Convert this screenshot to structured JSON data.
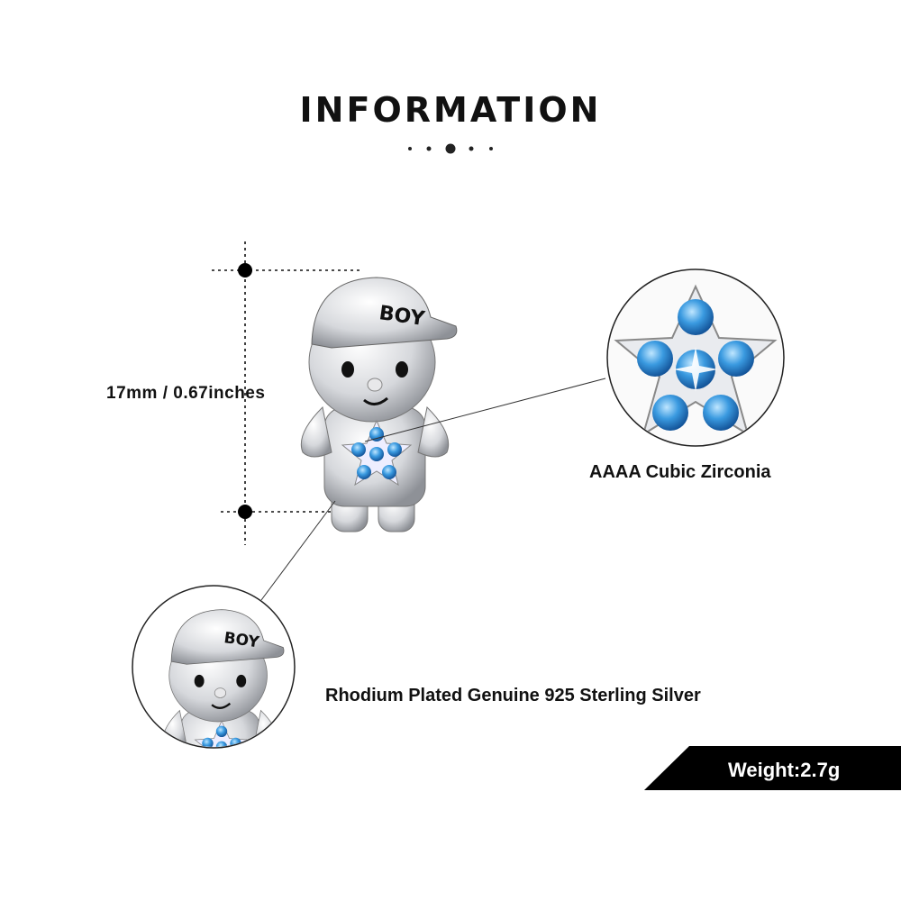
{
  "title": "INFORMATION",
  "dimension_label": "17mm / 0.67inches",
  "callouts": {
    "stone": "AAAA Cubic Zirconia",
    "material": "Rhodium Plated Genuine 925 Sterling Silver"
  },
  "weight_label": "Weight:2.7g",
  "charm_text": "BOY",
  "colors": {
    "stone_blue": "#2f8fd8",
    "silver": "#c9cbcf",
    "banner": "#000000"
  }
}
